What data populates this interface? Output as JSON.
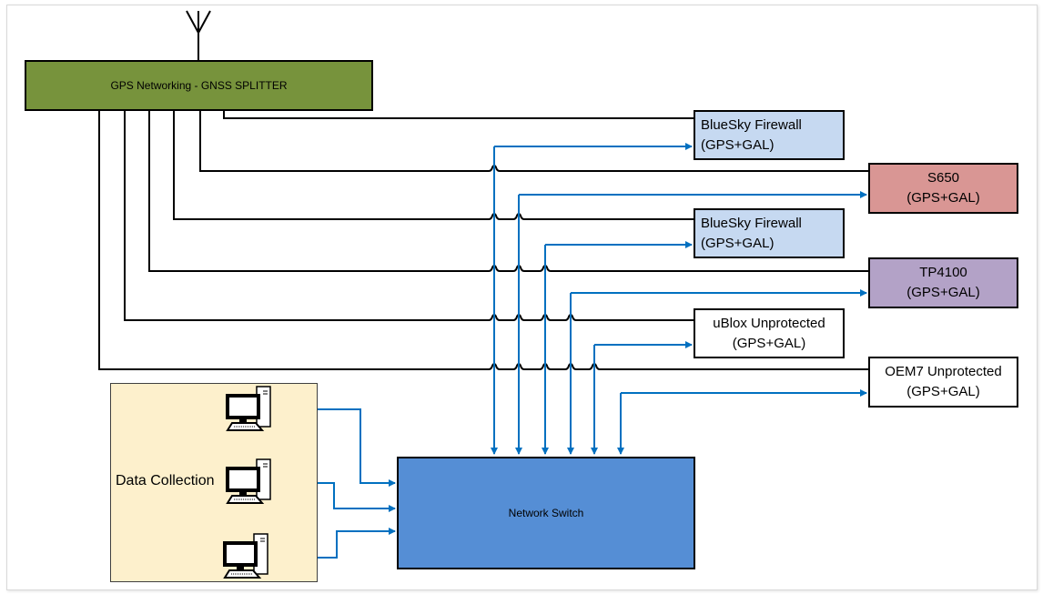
{
  "splitter": {
    "label": "GPS Networking - GNSS SPLITTER",
    "color": "#77933c"
  },
  "receivers": [
    {
      "name": "BlueSky Firewall",
      "sub": "(GPS+GAL)",
      "color": "#c6d9f1"
    },
    {
      "name": "S650",
      "sub": "(GPS+GAL)",
      "color": "#d99694"
    },
    {
      "name": "BlueSky Firewall",
      "sub": "(GPS+GAL)",
      "color": "#c6d9f1"
    },
    {
      "name": "TP4100",
      "sub": "(GPS+GAL)",
      "color": "#b3a2c7"
    },
    {
      "name": "uBlox Unprotected",
      "sub": "(GPS+GAL)",
      "color": "#ffffff"
    },
    {
      "name": "OEM7 Unprotected",
      "sub": "(GPS+GAL)",
      "color": "#ffffff"
    }
  ],
  "switch": {
    "label": "Network Switch",
    "color": "#558ed5"
  },
  "data_collection": {
    "label": "Data Collection",
    "computers": 3,
    "color": "#fdf0cc"
  },
  "link_colors": {
    "rf": "#000000",
    "network": "#0070c0"
  }
}
